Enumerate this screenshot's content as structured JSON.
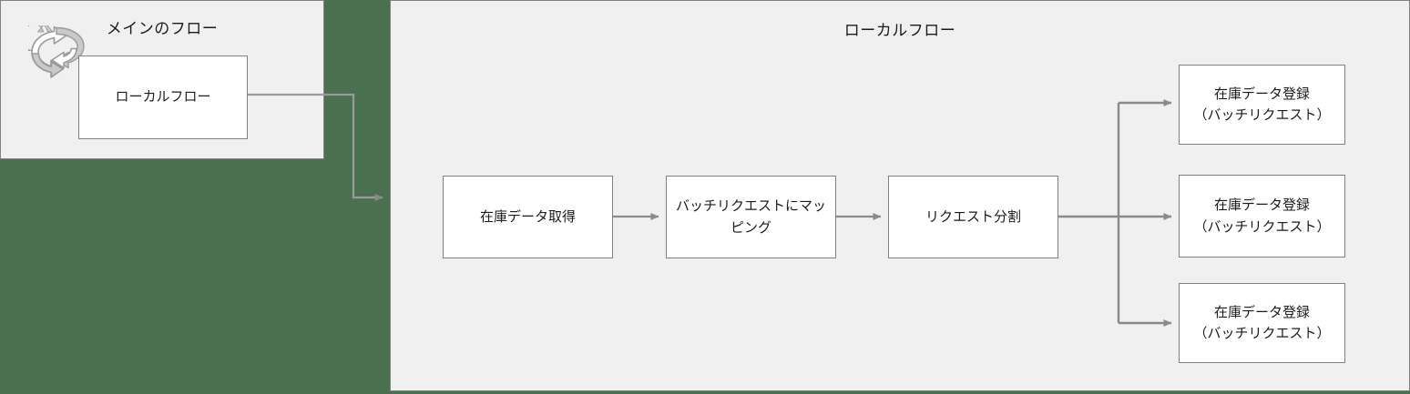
{
  "diagram": {
    "type": "flowchart",
    "background_color": "#4a7050",
    "panel_fill": "#f0f0f0",
    "node_fill": "#ffffff",
    "line_color": "#808080",
    "border_color": "#828282",
    "text_color": "#1b1b1b"
  },
  "panels": [
    {
      "id": "main",
      "title": "メインのフロー"
    },
    {
      "id": "local",
      "title": "ローカルフロー"
    }
  ],
  "nodes": [
    {
      "id": "localflow-ref",
      "label": "ローカルフロー",
      "panel": "main"
    },
    {
      "id": "fetch",
      "label": "在庫データ取得",
      "panel": "local"
    },
    {
      "id": "map",
      "label": "バッチリクエストにマッ\nピング",
      "panel": "local"
    },
    {
      "id": "split",
      "label": "リクエスト分割",
      "panel": "local"
    },
    {
      "id": "register-1",
      "label": "在庫データ登録\n（バッチリクエスト）",
      "panel": "local"
    },
    {
      "id": "register-2",
      "label": "在庫データ登録\n（バッチリクエスト）",
      "panel": "local"
    },
    {
      "id": "register-3",
      "label": "在庫データ登録\n（バッチリクエスト）",
      "panel": "local"
    }
  ],
  "edges": [
    {
      "from": "localflow-ref",
      "to": "local-panel",
      "style": "elbow"
    },
    {
      "from": "fetch",
      "to": "map",
      "style": "straight"
    },
    {
      "from": "map",
      "to": "split",
      "style": "straight"
    },
    {
      "from": "split",
      "to": "register-1",
      "style": "branch-up"
    },
    {
      "from": "split",
      "to": "register-2",
      "style": "straight"
    },
    {
      "from": "split",
      "to": "register-3",
      "style": "branch-down"
    }
  ],
  "icons": {
    "loop": "loop-arrows-icon"
  }
}
